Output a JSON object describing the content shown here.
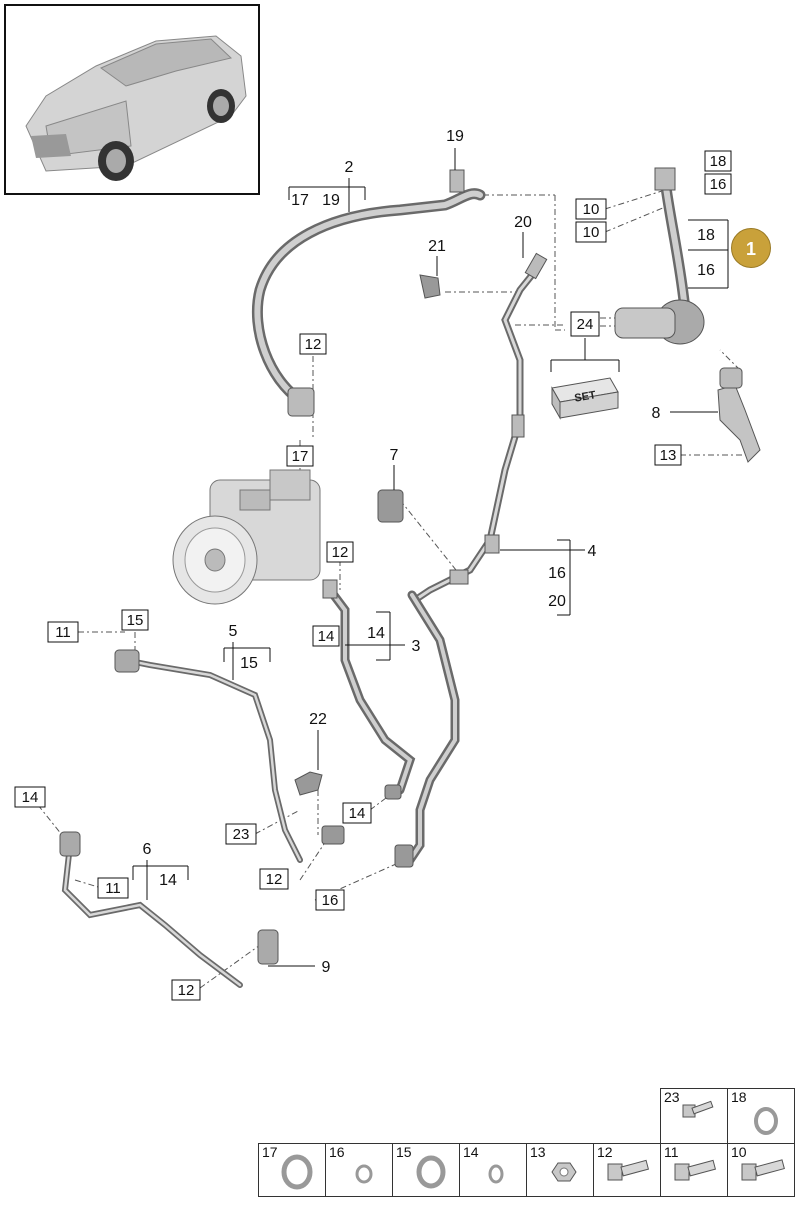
{
  "callout_badge": "1",
  "labels": {
    "p19_top": "19",
    "p2": "2",
    "p2_sub_a": "17",
    "p2_sub_b": "19",
    "p20": "20",
    "p21": "21",
    "p18_top": "18",
    "p16_top": "16",
    "p10_a": "10",
    "p10_b": "10",
    "p18_side": "18",
    "p16_side": "16",
    "p24": "24",
    "set": "SET",
    "p12_a": "12",
    "p17": "17",
    "p8": "8",
    "p13": "13",
    "p7": "7",
    "p4": "4",
    "p4_16": "16",
    "p4_20": "20",
    "p12_b": "12",
    "p11_a": "11",
    "p15_a": "15",
    "p5": "5",
    "p5_15": "15",
    "p14_a": "14",
    "p14_b": "14",
    "p3": "3",
    "p22": "22",
    "p14_c": "14",
    "p23": "23",
    "p14_d": "14",
    "p12_c": "12",
    "p6": "6",
    "p11_b": "11",
    "p6_14": "14",
    "p16_b": "16",
    "p9": "9",
    "p12_d": "12"
  },
  "legend": [
    {
      "num": "23",
      "icon": "bolt-icon"
    },
    {
      "num": "18",
      "icon": "washer-icon"
    },
    {
      "num": "17",
      "icon": "washer-icon"
    },
    {
      "num": "16",
      "icon": "washer-icon"
    },
    {
      "num": "15",
      "icon": "washer-icon"
    },
    {
      "num": "14",
      "icon": "washer-icon"
    },
    {
      "num": "13",
      "icon": "nut-icon"
    },
    {
      "num": "12",
      "icon": "bolt-icon"
    },
    {
      "num": "11",
      "icon": "bolt-icon"
    },
    {
      "num": "10",
      "icon": "bolt-icon"
    }
  ]
}
